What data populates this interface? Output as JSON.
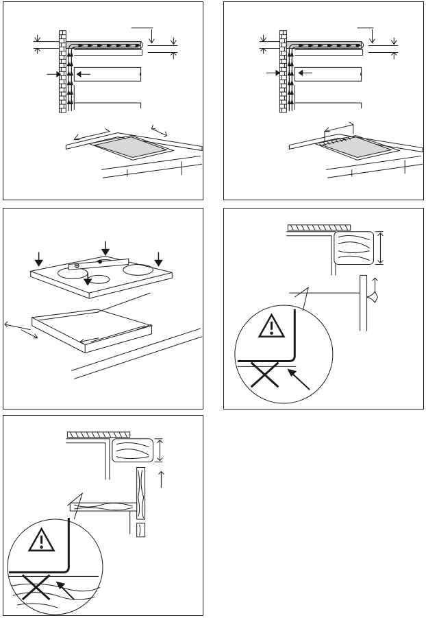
{
  "panels": [
    {
      "id": "ventilation-wall-cutout",
      "warning": false
    },
    {
      "id": "ventilation-wall-slots",
      "warning": false
    },
    {
      "id": "hob-placement-seal",
      "warning": false
    },
    {
      "id": "cabinet-door-clearance",
      "warning": true
    },
    {
      "id": "drawer-shelf-clearance",
      "warning": true
    }
  ],
  "colors": {
    "line": "#1a1a1a",
    "worktop_fill": "#cfcfcf",
    "hatch": "#1a1a1a",
    "background": "#ffffff"
  },
  "icons": [
    "warning-triangle-icon",
    "cross-icon",
    "arrow-icon"
  ]
}
